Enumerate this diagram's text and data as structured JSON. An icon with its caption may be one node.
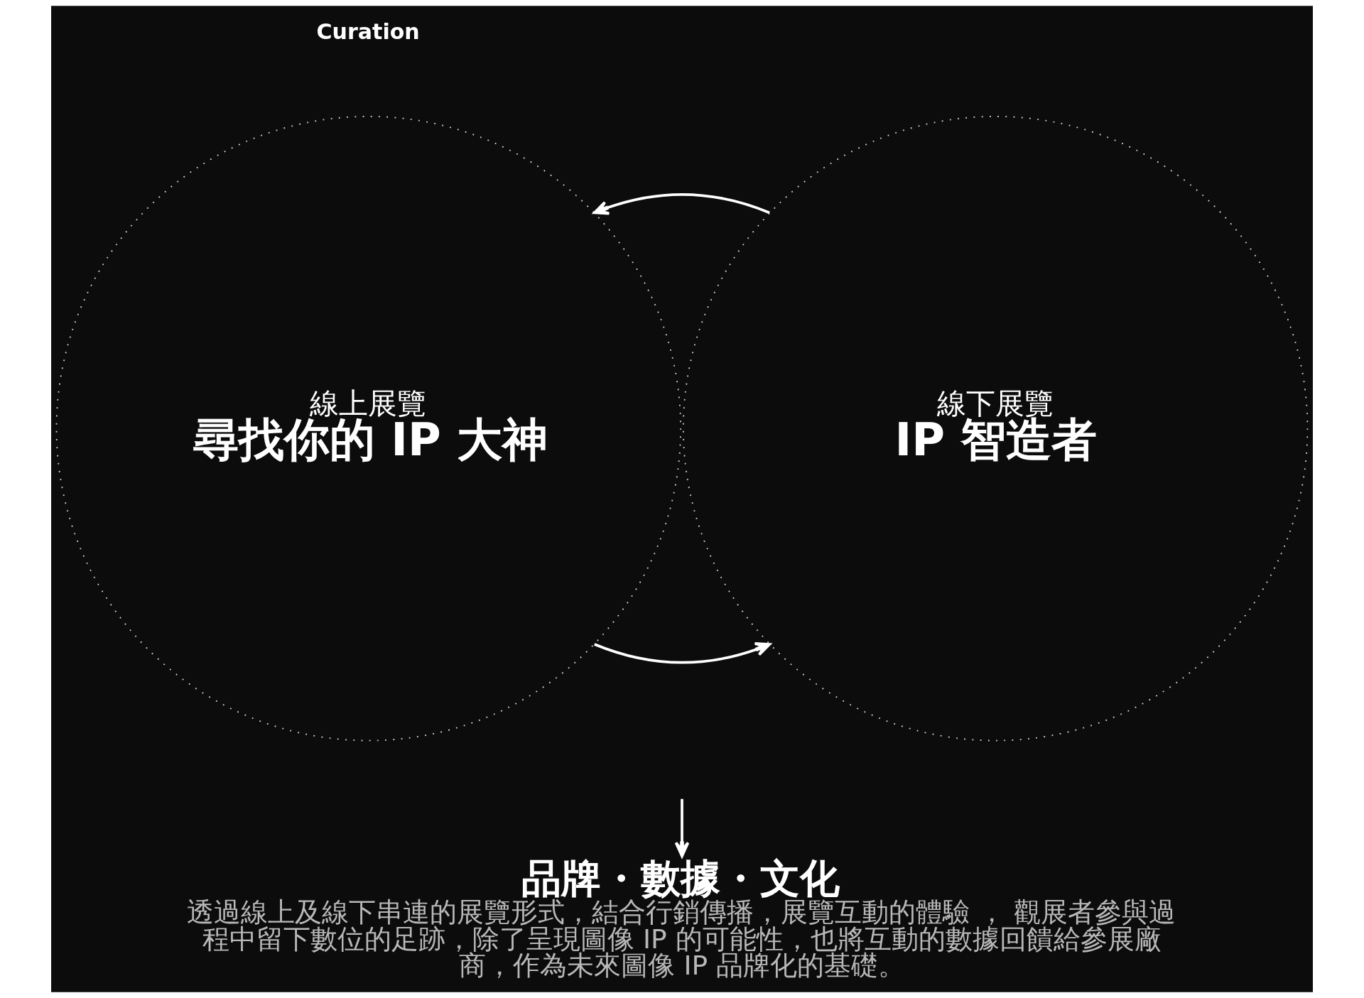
{
  "diagram": {
    "nodes": [
      {
        "text": [
          "線上展覽",
          "尋找你的 IP 大神"
        ]
      },
      {
        "text": [
          "線下展覽",
          "IP 智造者"
        ]
      },
      {
        "text": [
          "品牌・數據・文化",
          "透過線上及線下串連的展覽形式，結合行銷傳播，展覽互動的體驗 ， 觀展者參與過程中留下數位的足跡，除了呈現圖像 IP 的可能性，也將互動的數據回饋給參展廠商，作為未來圖像 IP 品牌化的基礎。"
        ]
      }
    ],
    "edges": [
      {
        "from": 0,
        "to": 1,
        "arrow": "to"
      },
      {
        "from": 1,
        "to": 0,
        "arrow": "to"
      },
      {
        "from": null,
        "to": 2,
        "arrow": "to"
      }
    ],
    "labels": [
      "Curation"
    ]
  }
}
